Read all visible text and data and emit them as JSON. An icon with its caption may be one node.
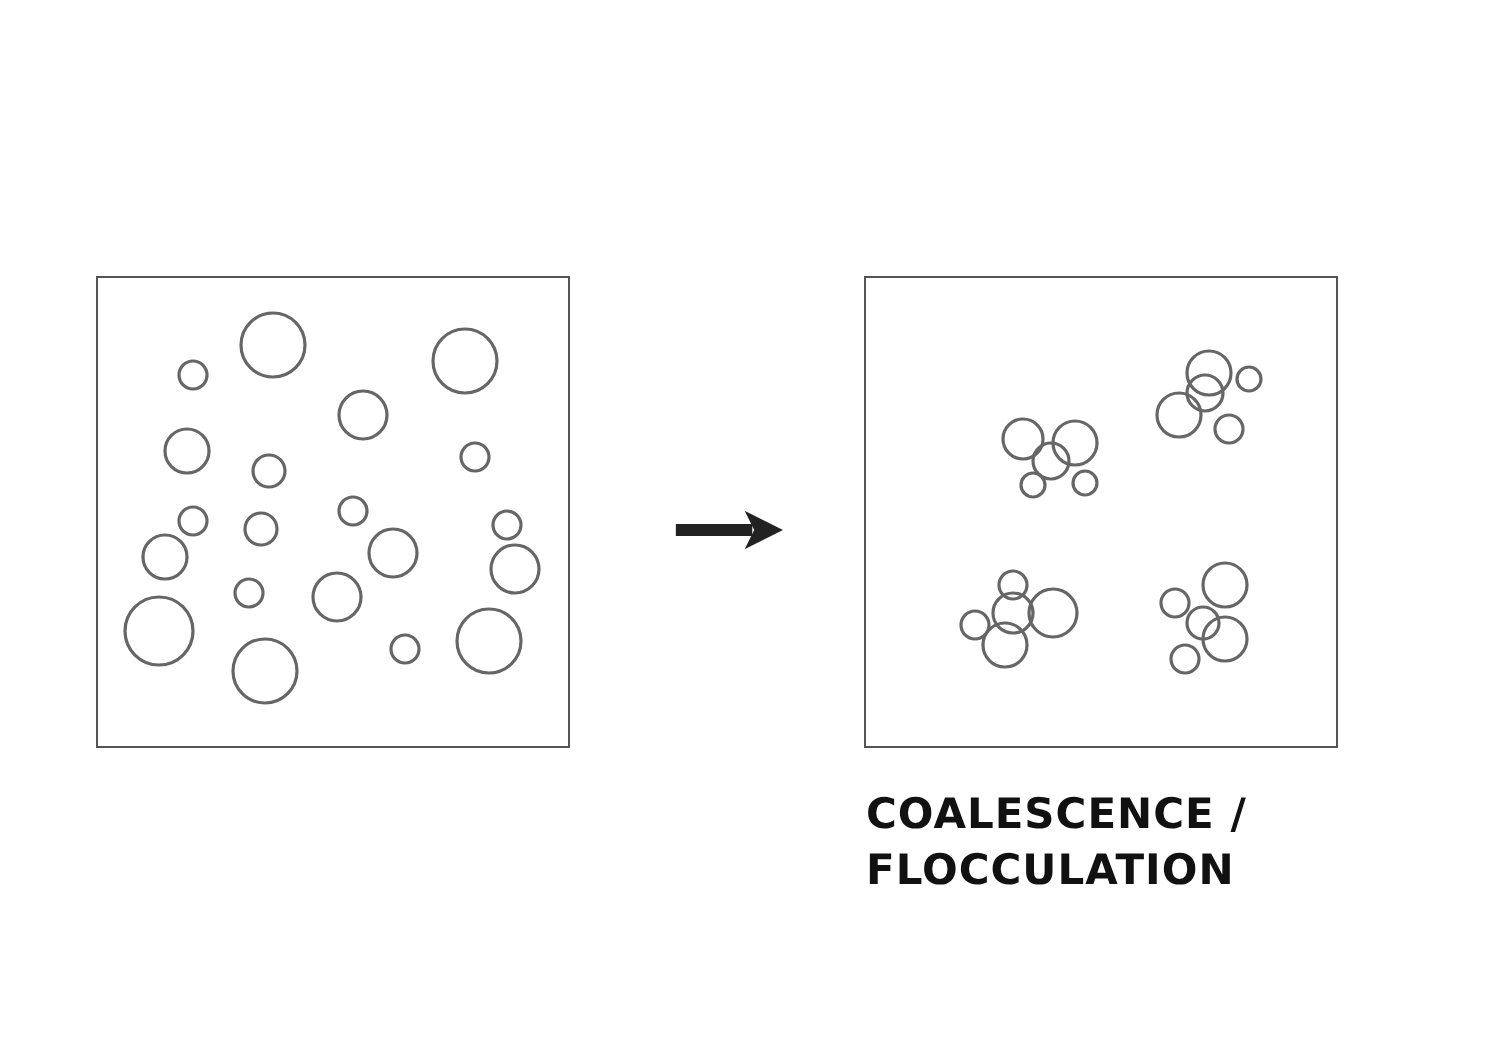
{
  "diagram": {
    "nodes": [
      {
        "text": [],
        "shape": "picture"
      },
      {
        "text": [
          "COALESCENCE / FLOCCULATION"
        ]
      }
    ],
    "edges": [
      {
        "from": 0,
        "to": 1,
        "arrow": "to"
      }
    ]
  }
}
